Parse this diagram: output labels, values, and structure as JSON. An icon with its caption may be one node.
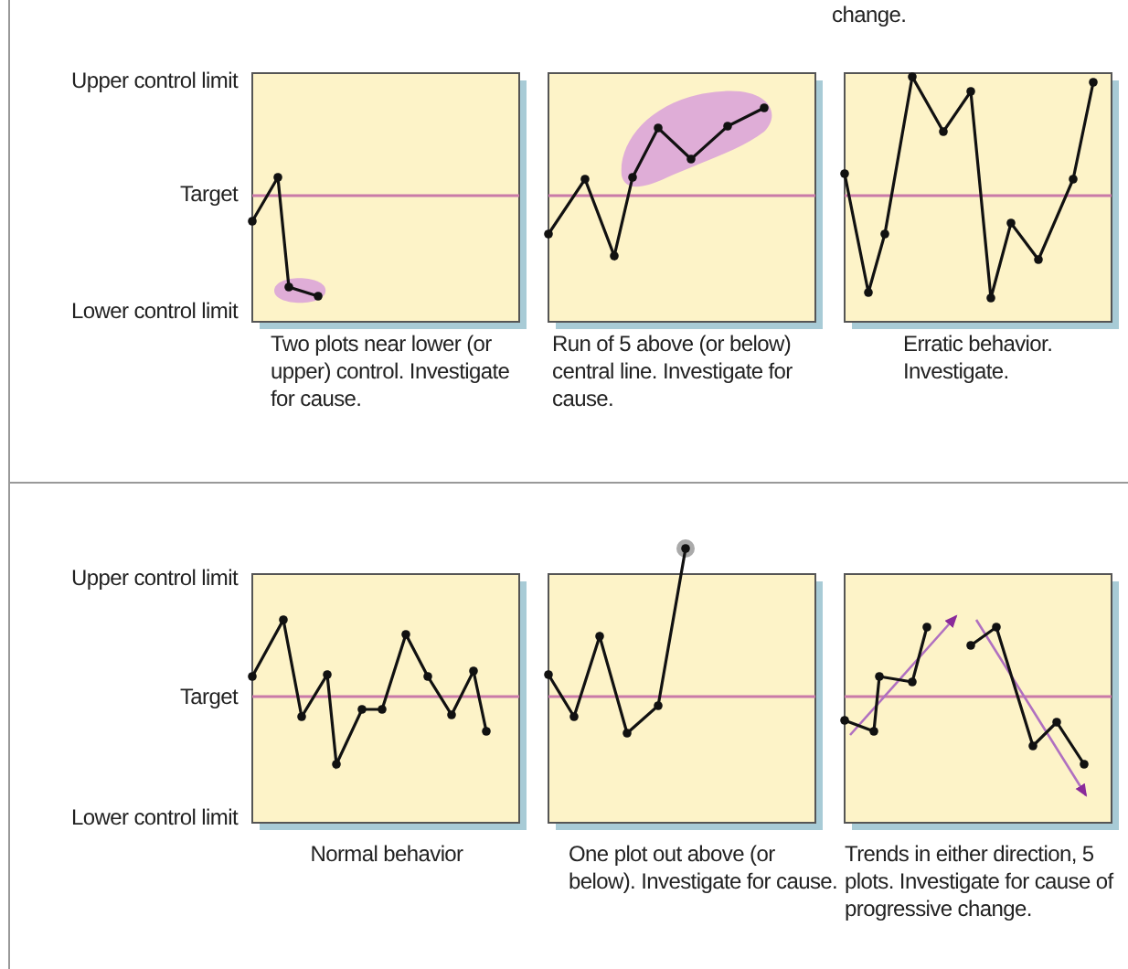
{
  "diagram": {
    "labels": [
      "change.",
      "Upper control limit",
      "Target",
      "Lower control limit",
      "Two plots near lower (or upper) control. Investigate for cause.",
      "Run of 5 above (or below) central line. Investigate for cause.",
      "Erratic behavior. Investigate.",
      "Upper control limit",
      "Target",
      "Lower control limit",
      "Normal behavior",
      "One plot out above (or below). Investigate for cause.",
      "Trends in either direction, 5 plots. Investigate for cause of progressive change."
    ]
  }
}
